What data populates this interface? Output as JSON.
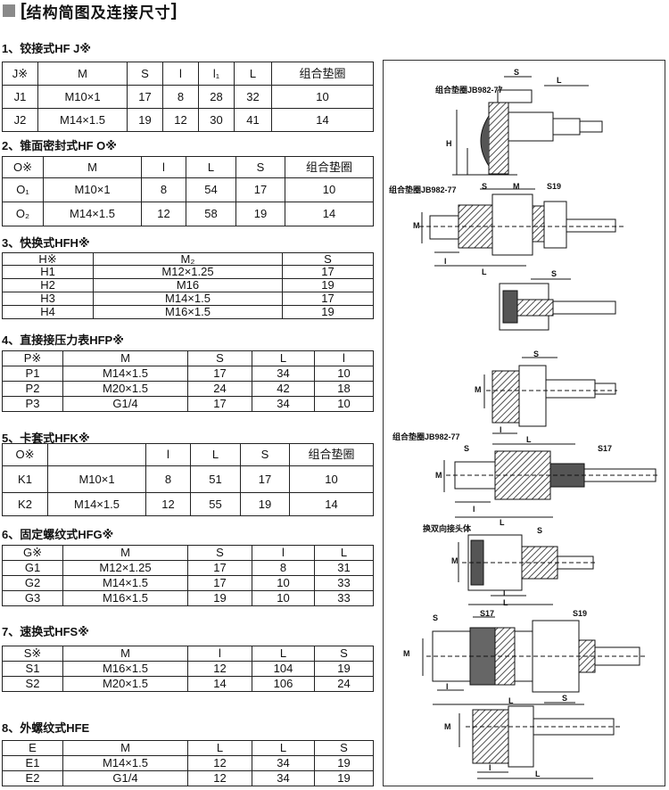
{
  "header": {
    "bracket_open": "[",
    "title": "结构简图及连接尺寸",
    "bracket_close": "]"
  },
  "sections": [
    {
      "title": "1、铰接式HF  J※",
      "headers": [
        "J※",
        "M",
        "S",
        "l",
        "l₁",
        "L",
        "组合垫圈"
      ],
      "rows": [
        [
          "J1",
          "M10×1",
          "17",
          "8",
          "28",
          "32",
          "10"
        ],
        [
          "J2",
          "M14×1.5",
          "19",
          "12",
          "30",
          "41",
          "14"
        ]
      ]
    },
    {
      "title": "2、锥面密封式HF  O※",
      "headers": [
        "O※",
        "M",
        "l",
        "L",
        "S",
        "组合垫圈"
      ],
      "rows": [
        [
          "O₁",
          "M10×1",
          "8",
          "54",
          "17",
          "10"
        ],
        [
          "O₂",
          "M14×1.5",
          "12",
          "58",
          "19",
          "14"
        ]
      ]
    },
    {
      "title": "3、快换式HFH※",
      "headers": [
        "H※",
        "M₂",
        "S"
      ],
      "rows": [
        [
          "H1",
          "M12×1.25",
          "17"
        ],
        [
          "H2",
          "M16",
          "19"
        ],
        [
          "H3",
          "M14×1.5",
          "17"
        ],
        [
          "H4",
          "M16×1.5",
          "19"
        ]
      ]
    },
    {
      "title": "4、直接接压力表HFP※",
      "headers": [
        "P※",
        "M",
        "S",
        "L",
        "l"
      ],
      "rows": [
        [
          "P1",
          "M14×1.5",
          "17",
          "34",
          "10"
        ],
        [
          "P2",
          "M20×1.5",
          "24",
          "42",
          "18"
        ],
        [
          "P3",
          "G1/4",
          "17",
          "34",
          "10"
        ]
      ]
    },
    {
      "title": "5、卡套式HFK※",
      "headers": [
        "O※",
        "",
        "l",
        "L",
        "S",
        "组合垫圈"
      ],
      "rows": [
        [
          "K1",
          "M10×1",
          "8",
          "51",
          "17",
          "10"
        ],
        [
          "K2",
          "M14×1.5",
          "12",
          "55",
          "19",
          "14"
        ]
      ]
    },
    {
      "title": "6、固定螺纹式HFG※",
      "headers": [
        "G※",
        "M",
        "S",
        "l",
        "L"
      ],
      "rows": [
        [
          "G1",
          "M12×1.25",
          "17",
          "8",
          "31"
        ],
        [
          "G2",
          "M14×1.5",
          "17",
          "10",
          "33"
        ],
        [
          "G3",
          "M16×1.5",
          "19",
          "10",
          "33"
        ]
      ]
    },
    {
      "title": "7、速换式HFS※",
      "headers": [
        "S※",
        "M",
        "l",
        "L",
        "S"
      ],
      "rows": [
        [
          "S1",
          "M16×1.5",
          "12",
          "104",
          "19"
        ],
        [
          "S2",
          "M20×1.5",
          "14",
          "106",
          "24"
        ]
      ]
    },
    {
      "title": "8、外螺纹式HFE",
      "headers": [
        "E",
        "M",
        "L",
        "L",
        "S"
      ],
      "rows": [
        [
          "E1",
          "M14×1.5",
          "12",
          "34",
          "19"
        ],
        [
          "E2",
          "G1/4",
          "12",
          "34",
          "19"
        ]
      ]
    }
  ],
  "drawings": {
    "washer1": "组合垫圈JB982-77",
    "washer2": "组合垫圈JB982-77",
    "washer5": "组合垫圈JB982-77",
    "double_head": "换双向接头体",
    "S": "S",
    "M": "M",
    "L": "L",
    "l": "l",
    "H": "H",
    "S17": "S17",
    "S19": "S19"
  }
}
